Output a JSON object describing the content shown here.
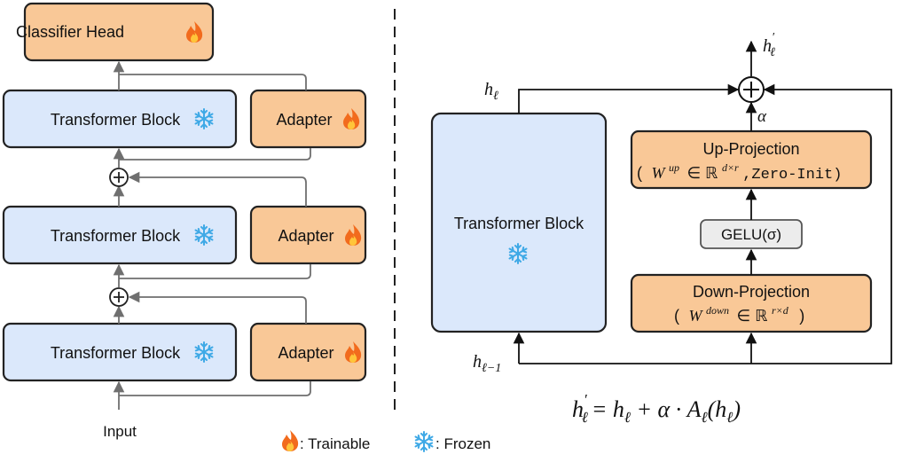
{
  "left": {
    "classifier_head": "Classifier Head",
    "blocks": [
      {
        "transformer": "Transformer Block",
        "adapter": "Adapter"
      },
      {
        "transformer": "Transformer Block",
        "adapter": "Adapter"
      },
      {
        "transformer": "Transformer Block",
        "adapter": "Adapter"
      }
    ],
    "input_label": "Input"
  },
  "legend": {
    "trainable": ": Trainable",
    "frozen": ": Frozen"
  },
  "right": {
    "transformer_block": "Transformer Block",
    "up_projection": "Up-Projection",
    "up_formula_open": "(",
    "up_w": "W",
    "up_sup": "up",
    "up_in": "∈ ℝ",
    "up_dim": "d×r",
    "up_init": ",Zero-Init)",
    "gelu": "GELU(σ)",
    "down_projection": "Down-Projection",
    "down_formula_open": "(",
    "down_w": "W",
    "down_sup": "down",
    "down_in": "∈ ℝ",
    "down_dim": "r×d",
    "down_close": ")",
    "h_l": "h",
    "h_l_sub": "ℓ",
    "h_lm1": "h",
    "h_lm1_sub": "ℓ−1",
    "h_prime": "h",
    "h_prime_sub": "ℓ",
    "h_prime_sup": "′",
    "alpha": "α"
  },
  "equation": {
    "lhs_h": "h",
    "lhs_sup": "′",
    "lhs_sub": "ℓ",
    "rhs": "= h",
    "rhs_sub1": "ℓ",
    "rhs_mid": " + α · A",
    "rhs_sub2": "ℓ",
    "rhs_open": "(h",
    "rhs_sub3": "ℓ",
    "rhs_close": ")"
  },
  "colors": {
    "frozen_fill": "#dbe8fb",
    "trainable_fill": "#f9c897",
    "gelu_fill": "#ececec",
    "line": "#6f6f6f",
    "snowflake": "#3fa9e6",
    "flame_outer": "#f26b1d",
    "flame_inner": "#ffc53a"
  },
  "icons": [
    "fire-icon",
    "snowflake-icon",
    "plus-circle-icon"
  ]
}
